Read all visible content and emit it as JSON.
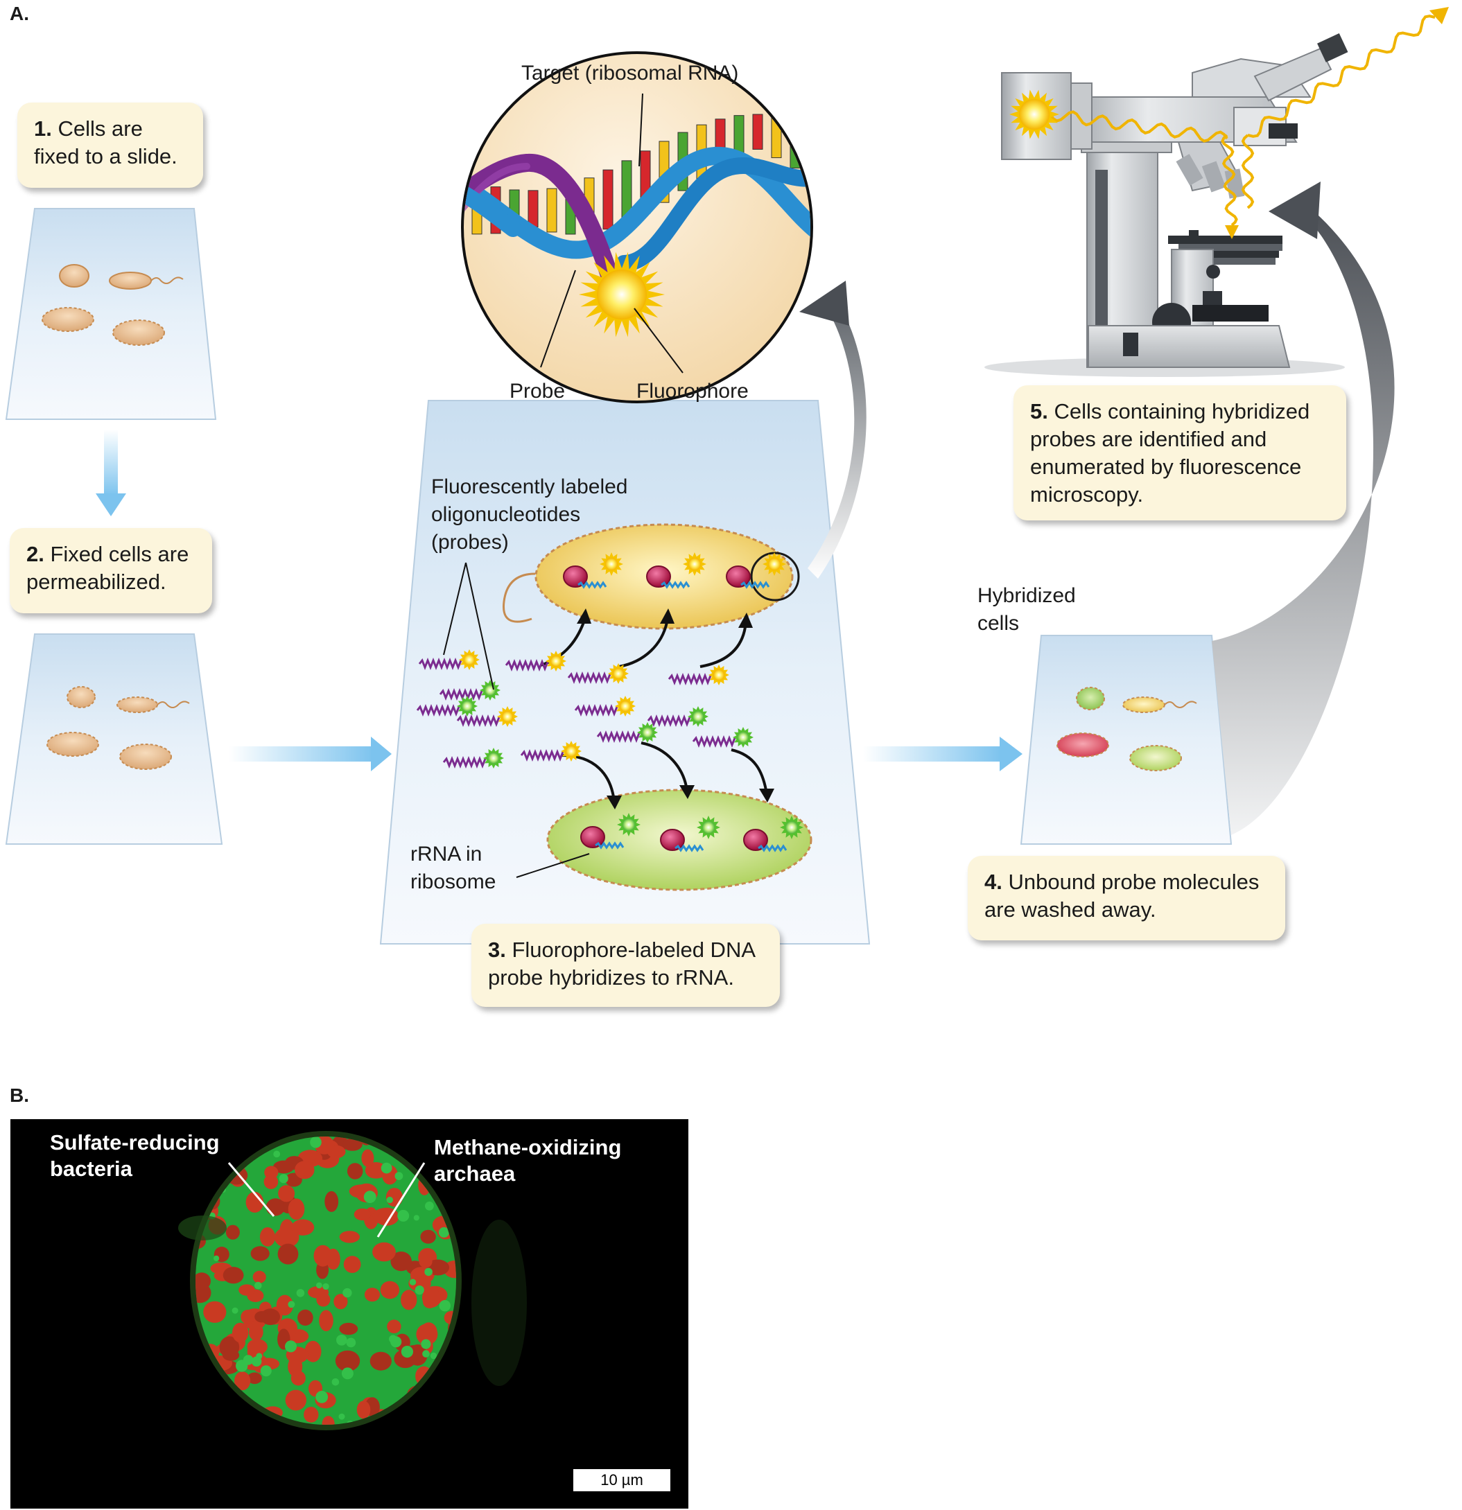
{
  "panels": {
    "a_label": "A.",
    "b_label": "B."
  },
  "steps": [
    {
      "num": "1.",
      "text": "Cells are fixed to a slide."
    },
    {
      "num": "2.",
      "text": "Fixed cells are permeabilized."
    },
    {
      "num": "3.",
      "text": "Fluorophore-labeled DNA probe hybridizes to rRNA."
    },
    {
      "num": "4.",
      "text": "Unbound probe molecules are washed away."
    },
    {
      "num": "5.",
      "text": "Cells containing hybridized probes are identified and enumerated by fluorescence microscopy."
    }
  ],
  "labels": {
    "target": "Target (ribosomal RNA)",
    "probe": "Probe",
    "fluorophore": "Fluorophore",
    "probes_line1": "Fluorescently labeled",
    "probes_line2": "oligonucleotides",
    "probes_line3": "(probes)",
    "rrna_line1": "rRNA in",
    "rrna_line2": "ribosome",
    "hybridized_line1": "Hybridized",
    "hybridized_line2": "cells"
  },
  "micrograph": {
    "label_left_line1": "Sulfate-reducing",
    "label_left_line2": "bacteria",
    "label_right_line1": "Methane-oxidizing",
    "label_right_line2": "archaea",
    "scale_bar": "10 µm"
  },
  "colors": {
    "callout_bg": "#fcf5dc",
    "slide": "#dbeaf6",
    "arrow_blue": "#8cc9ef",
    "cell_tan": "#e6b989",
    "cell_yellow": "#f1d46b",
    "cell_green": "#b8d96a",
    "fluor_red": "#d7322b",
    "fluor_green": "#2cbf3c",
    "dna_blue": "#2a8fd2",
    "probe_purple": "#7b2b8f"
  }
}
